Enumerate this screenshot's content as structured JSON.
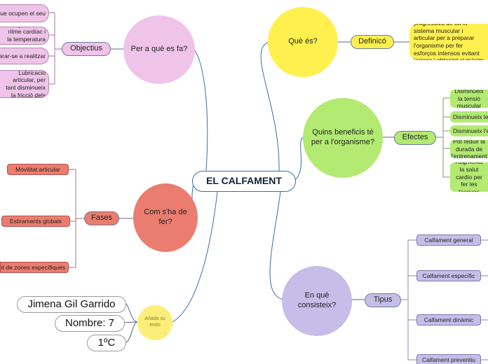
{
  "center": "EL CALFAMENT",
  "branches": {
    "que_es": {
      "question": "Què és?",
      "label": "Definicó",
      "detail": "És la movilització suau i progressiva de tot el sistema muscular i articular per a preparar l'organisme per fer esforços intensos evitant lesions i obtenint el màxim rendiment."
    },
    "beneficis": {
      "question": "Quins beneficis té per a l'organisme?",
      "label": "Efectes",
      "items": [
        "Disminueix la tensió muscular",
        "Disminueix lesions",
        "Disminueix l'estrès",
        "Pot reduir la durada de l'entrenament",
        "Augmenta la salut cardio per fer les tasques"
      ]
    },
    "consisteix": {
      "question": "En què consisteix?",
      "label": "Tipus",
      "items": [
        "Calfament general",
        "Calfament específic",
        "Calfament dinàmic",
        "Calfament preventiu"
      ]
    },
    "per_a_que": {
      "question": "Per a què es fa?",
      "label": "Objectius",
      "items": [
        "Evitar que ocupen el seu",
        "Augmentar el ritme cardíac i la temperatura de les fibres",
        "Preparar-se a realitzar",
        "Lubricació articular, per tant disminueix la fricció dels"
      ]
    },
    "com": {
      "question": "Com s'ha de fer?",
      "label": "Fases",
      "items": [
        "Movilitat articular",
        "Estiraments globals",
        "Estirament de zones específiques"
      ]
    },
    "autor": {
      "placeholder": "Añada su texto",
      "name": "Jimena Gil Garrido",
      "number": "Nombre: 7",
      "class": "1ºC"
    }
  },
  "colors": {
    "link": "#3a6ea5",
    "yellow": "#fff04f",
    "green": "#b3ea72",
    "purple": "#c6bde8",
    "pink": "#efc4e8",
    "red": "#ea7d6f",
    "author_yellow": "#fbef7a"
  }
}
